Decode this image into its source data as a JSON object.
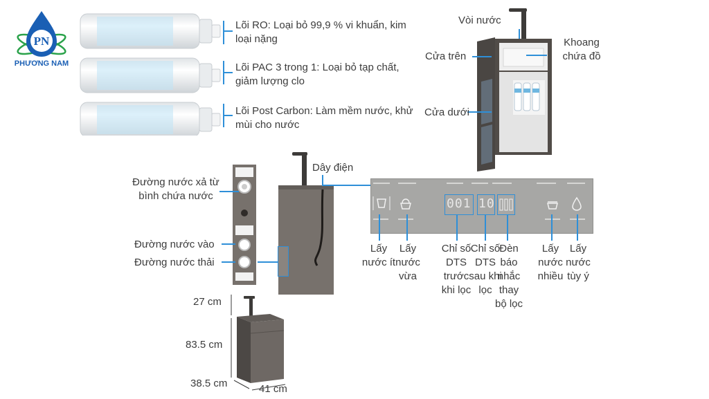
{
  "logo": {
    "text": "PHƯƠNG NAM",
    "monogram": "PN",
    "icon": "water-drop-atom-icon",
    "color": "#1a5fb4"
  },
  "filters": [
    {
      "label": "Lõi RO: Loại bỏ 99,9 % vi khuẩn, kim loại nặng"
    },
    {
      "label": "Lõi PAC 3 trong 1: Loại bỏ tạp chất, giảm lượng clo"
    },
    {
      "label": "Lõi  Post Carbon: Làm mềm nước, khử mùi cho nước"
    }
  ],
  "cabinet": {
    "tap": "Vòi nước",
    "upper_door": "Cửa trên",
    "storage": "Khoang chứa đồ",
    "lower_door": "Cửa dưới"
  },
  "back_panel": {
    "drain_tank": "Đường nước xả từ bình chứa nước",
    "water_in": "Đường nước vào",
    "waste_out": "Đường nước thải"
  },
  "power_cord": "Dây điện",
  "control_panel": {
    "display_left": "001",
    "display_mid": "10",
    "buttons": [
      {
        "label": "Lấy nước ít"
      },
      {
        "label": "Lấy nước vừa"
      },
      {
        "label": "Chỉ số DTS trước khi lọc"
      },
      {
        "label": "Chỉ số DTS sau khi lọc"
      },
      {
        "label": "Đèn báo nhắc thay bộ lọc"
      },
      {
        "label": "Lấy nước nhiều"
      },
      {
        "label": "Lấy nước tùy ý"
      }
    ]
  },
  "dimensions": {
    "tap_height": "27 cm",
    "body_height": "83.5 cm",
    "depth": "38.5 cm",
    "width": "41 cm"
  },
  "accent_color": "#2e8fd8"
}
